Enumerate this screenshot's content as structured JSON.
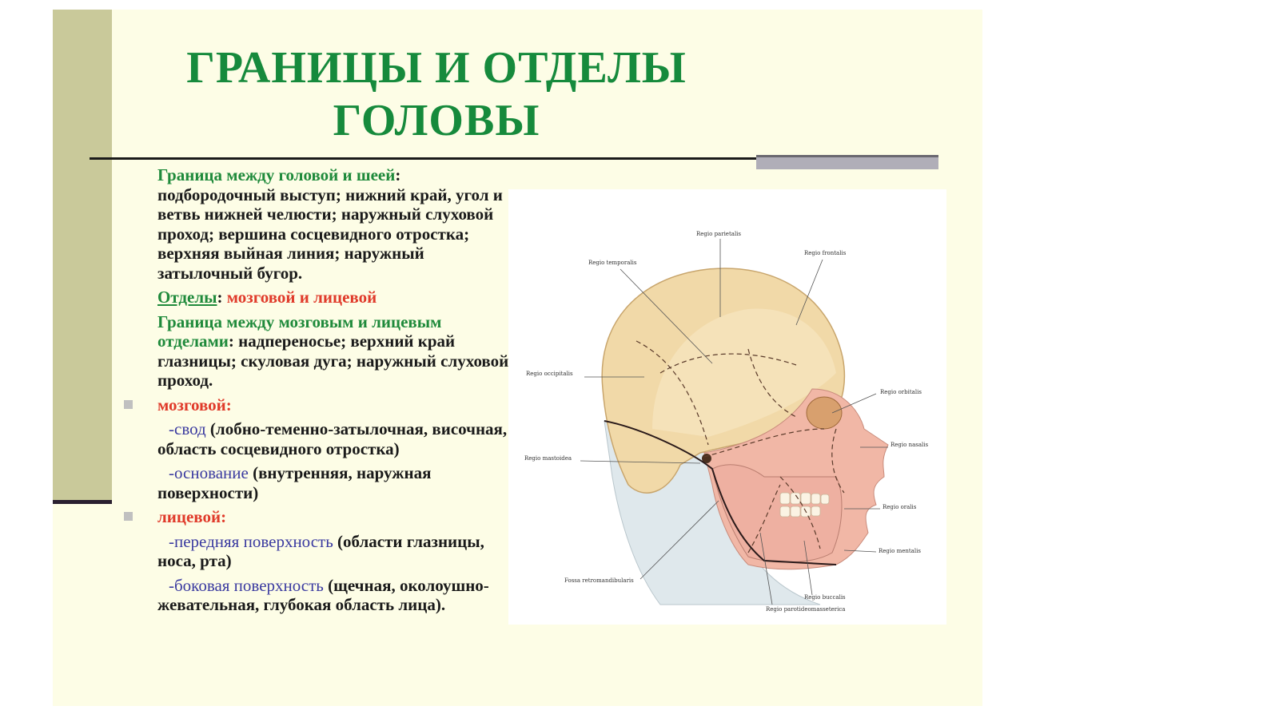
{
  "slide": {
    "title_line1": "ГРАНИЦЫ И ОТДЕЛЫ",
    "title_line2": "ГОЛОВЫ",
    "colors": {
      "title": "#168a3c",
      "green_text": "#1f8a3b",
      "red_text": "#e03a2a",
      "blue_text": "#3a3aa0",
      "background": "#fdfde6",
      "side_bar": "#c9c99a"
    },
    "border_head_neck": {
      "label": "Граница между головой и шеей",
      "colon": ":",
      "text": " подбородочный выступ; нижний край, угол и ветвь нижней челюсти; наружный слуховой проход; вершина сосцевидного отростка; верхняя выйная линия; наружный затылочный бугор."
    },
    "divisions": {
      "label": "Отделы",
      "colon": ": ",
      "value": "мозговой и лицевой"
    },
    "border_brain_face": {
      "label": "Граница между мозговым и лицевым отделами",
      "colon": ":",
      "text": " надпереносье; верхний край глазницы; скуловая дуга; наружный слуховой проход."
    },
    "cerebral": {
      "label": "мозговой:",
      "items": [
        {
          "term": "-свод",
          "text": " (лобно-теменно-затылочная, височная, область сосцевидного отростка)"
        },
        {
          "term": "-основание",
          "text": " (внутренняя, наружная поверхности)"
        }
      ]
    },
    "facial": {
      "label": "лицевой:",
      "items": [
        {
          "term": "-передняя поверхность",
          "text": " (области глазницы, носа, рта)"
        },
        {
          "term": "-боковая поверхность",
          "text": " (щечная, околоушно-жевательная, глубокая область лица)."
        }
      ]
    }
  },
  "illustration": {
    "labels": {
      "parietalis": "Regio parietalis",
      "temporalis": "Regio temporalis",
      "frontalis": "Regio frontalis",
      "occipitalis": "Regio occipitalis",
      "orbitalis": "Regio orbitalis",
      "nasalis": "Regio nasalis",
      "mastoidea": "Regio mastoidea",
      "oralis": "Regio oralis",
      "mentalis": "Regio mentalis",
      "retromandibularis": "Fossa retromandibularis",
      "buccalis": "Regio buccalis",
      "parotideomasseterica": "Regio parotideomasseterica"
    }
  }
}
